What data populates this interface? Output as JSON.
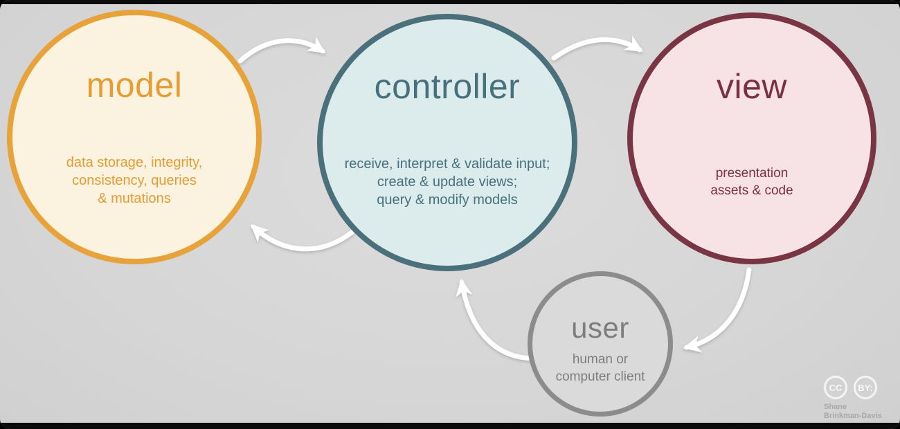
{
  "colors": {
    "background": "#d7d7d7",
    "arrow": "#ffffff",
    "model-border": "#e8a23a",
    "model-fill": "#fbf2e0",
    "model-text": "#e59c33",
    "controller-border": "#4a707b",
    "controller-fill": "#dcebeb",
    "controller-text": "#47707d",
    "view-border": "#7a3544",
    "view-fill": "#f7e2e6",
    "view-text": "#7a2f42",
    "user-border": "#8c8c8c",
    "user-fill": "#dadada",
    "user-text": "#7d7d7d",
    "credit-text": "#a8a8a8"
  },
  "nodes": {
    "model": {
      "title": "model",
      "description": "data storage, integrity,\nconsistency, queries\n& mutations"
    },
    "controller": {
      "title": "controller",
      "description": "receive, interpret & validate input;\ncreate & update views;\nquery & modify models"
    },
    "view": {
      "title": "view",
      "description": "presentation\nassets & code"
    },
    "user": {
      "title": "user",
      "description": "human or\ncomputer client"
    }
  },
  "flows": {
    "model_to_controller": "model to controller",
    "controller_to_view": "controller to view",
    "controller_to_model": "controller to model",
    "view_to_user": "view to user",
    "user_to_controller": "user to controller"
  },
  "license": {
    "cc_label": "CC",
    "by_label": "BY:"
  },
  "credit": {
    "line1": "Shane",
    "line2": "Brinkman-Davis"
  }
}
